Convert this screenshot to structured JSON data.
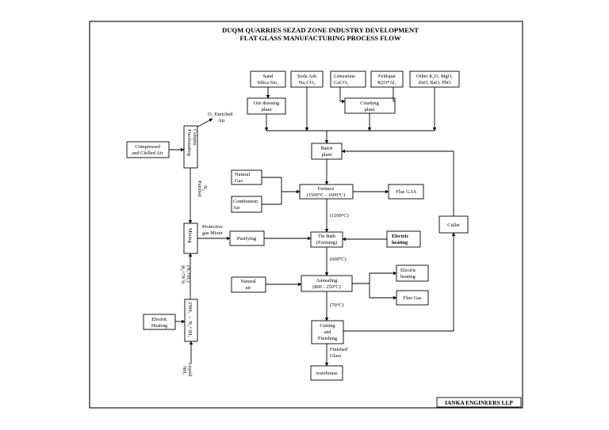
{
  "title": {
    "line1": "DUQM QUARRIES SEZAD ZONE INDUSTRY DEVELOPMENT",
    "line2": "FLAT GLASS MANUFACTURING PROCESS FLOW"
  },
  "footer": "IANKA ENGINEERS LLP",
  "raw": {
    "sand": [
      "Sand",
      "Silica Sio₂"
    ],
    "soda": [
      "Soda Ash",
      "Na₂CO₃"
    ],
    "lime": [
      "Limestone",
      "CaCO₃"
    ],
    "feld": [
      "Feldspar",
      "R2O*Al₂"
    ],
    "other": [
      "Other K₂O, MgO,",
      "ZnO, BaO, PbO"
    ]
  },
  "nodes": {
    "ore": [
      "Ore dressing",
      "plant"
    ],
    "crush": [
      "Crushing",
      "plant"
    ],
    "batch": [
      "Batch",
      "plant"
    ],
    "ngas": [
      "Natural",
      "Gas"
    ],
    "comb": [
      "Combustion",
      "Air"
    ],
    "furnace": [
      "Furnace",
      "(1500°C - 1600°C)"
    ],
    "fluegas1": "Flue GAS",
    "tin": [
      "Tin Bath",
      "(Forming)"
    ],
    "elec1": [
      "Electric",
      "heating"
    ],
    "nair": [
      "Natural",
      "air"
    ],
    "anneal": [
      "Annealing",
      "(800 - 250°C)"
    ],
    "elec2": [
      "Electric",
      "heating"
    ],
    "fluegas2": "Flue Gas",
    "cut": [
      "Cutting",
      "and",
      "Finishing"
    ],
    "warehouse": "warehouse",
    "cullet": "Cullet",
    "purify": "Purifying",
    "mixing": "Mixing",
    "frac": [
      "Fractionating",
      "Column"
    ],
    "compair": [
      "Compressed",
      "and Chilled Air"
    ],
    "elec3": [
      "Electric",
      "Heating"
    ],
    "crack": [
      "2NH₃ → N₂+3H₂"
    ]
  },
  "labels": {
    "o2": [
      "O₂ Enriched",
      "Air"
    ],
    "purifiedn2": [
      "Purified",
      "N₂"
    ],
    "protective": [
      "Protective",
      "gas Mixer"
    ],
    "t1100": "(1100°C)",
    "t600": "(600°C)",
    "t70": "(70°C)",
    "finished": [
      "Finished",
      "Glass"
    ],
    "mix": [
      "(N₂+H₂)",
      "H₂~78 %"
    ],
    "liquid": [
      "Liquid",
      "NH₃"
    ]
  }
}
